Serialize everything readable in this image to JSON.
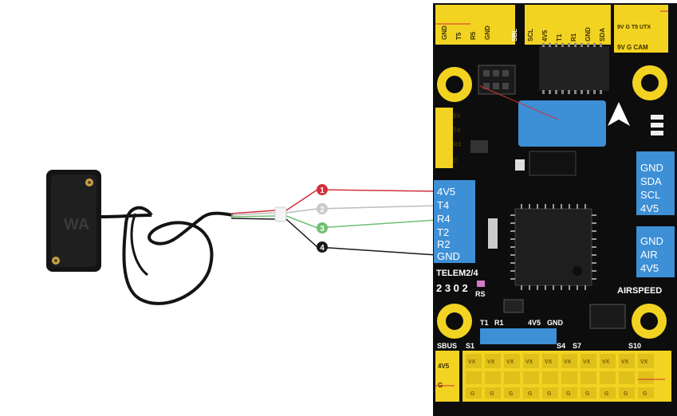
{
  "sensor": {
    "watermark": "WA"
  },
  "wire_markers": [
    "1",
    "2",
    "3",
    "4"
  ],
  "left_port": {
    "pins": [
      "4V5",
      "T4",
      "R4",
      "T2",
      "R2",
      "GND"
    ],
    "title": "TELEM2/4",
    "digits": "2 3 0 2",
    "rs_label": "RS"
  },
  "right_port_top": {
    "pins": [
      "GND",
      "SDA",
      "SCL",
      "4V5"
    ]
  },
  "right_port_bottom": {
    "pins": [
      "GND",
      "AIR",
      "4V5"
    ],
    "title": "AIRSPEED"
  },
  "top_header": {
    "left_labels": [
      "GND",
      "T5",
      "R5",
      "GND",
      "SBL"
    ],
    "mid_labels": [
      "SCL",
      "4V5",
      "T1",
      "R1",
      "GND",
      "SDA"
    ],
    "right_top": "9V G T5 UTX",
    "right_bottom": "9V G CAM"
  },
  "left_header": {
    "labels": [
      "5V",
      "T4",
      "R4",
      "C"
    ]
  },
  "bottom_labels": {
    "row": [
      "T1",
      "R1",
      "4V5",
      "GND"
    ],
    "servo": [
      "SBUS",
      "S1",
      "S4",
      "S7",
      "S10"
    ],
    "side": [
      "4V5",
      "G"
    ],
    "vx": "VX",
    "g": "G"
  },
  "colors": {
    "board": "#0d0d0d",
    "header_yellow": "#f2d321",
    "connector_blue": "#3d8fd6",
    "wire_red": "#d2313a",
    "wire_gray": "#bdbdbd",
    "wire_green": "#6fbf73",
    "wire_black": "#1a1a1a",
    "mounting_hole_yellow": "#f2d321"
  }
}
